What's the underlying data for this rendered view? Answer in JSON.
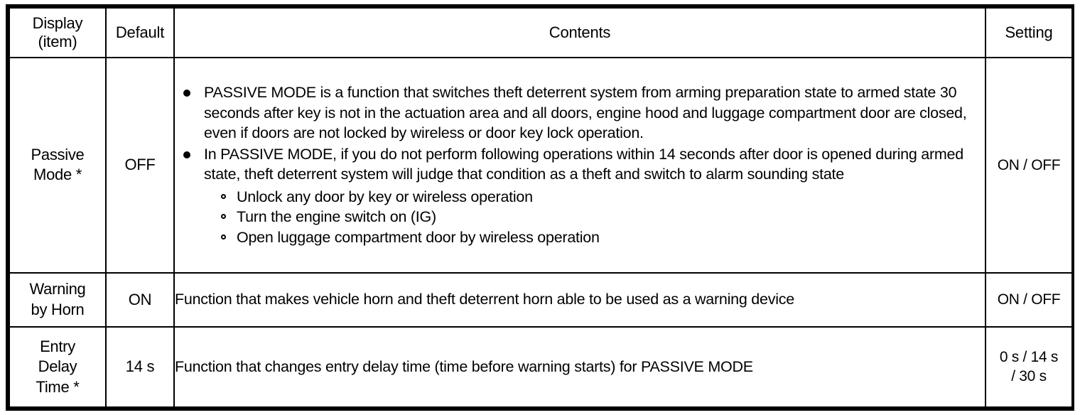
{
  "table": {
    "headers": {
      "display": "Display\n(item)",
      "display_line1": "Display",
      "display_line2": "(item)",
      "default": "Default",
      "contents": "Contents",
      "setting": "Setting"
    },
    "rows": [
      {
        "display_line1": "Passive",
        "display_line2": "Mode *",
        "default": "OFF",
        "setting": "ON / OFF",
        "contents_bullets": [
          {
            "text": "PASSIVE MODE is a function that switches theft deterrent system from arming preparation state to armed state 30 seconds after key is not in the actuation area and all doors, engine hood and luggage compartment door are closed, even if doors are not locked by wireless or door key lock operation.",
            "subitems": []
          },
          {
            "text": "In PASSIVE MODE, if you do not perform following operations within 14 seconds after door is opened during armed state, theft deterrent system will judge that condition as a theft and switch to alarm sounding state",
            "subitems": [
              "Unlock any door by key or wireless operation",
              "Turn the engine switch on (IG)",
              "Open luggage compartment door by wireless operation"
            ]
          }
        ]
      },
      {
        "display_line1": "Warning",
        "display_line2": "by Horn",
        "default": "ON",
        "setting": "ON / OFF",
        "contents_plain": "Function that makes vehicle horn and theft deterrent horn able to be used as a warning device"
      },
      {
        "display_line1": "Entry",
        "display_line2": "Delay",
        "display_line3": "Time *",
        "default": "14 s",
        "setting_line1": "0 s / 14 s",
        "setting_line2": "/ 30 s",
        "contents_plain": "Function that changes entry delay time (time before warning starts) for PASSIVE MODE"
      }
    ]
  },
  "colors": {
    "border": "#000000",
    "text": "#000000",
    "background": "#ffffff"
  }
}
